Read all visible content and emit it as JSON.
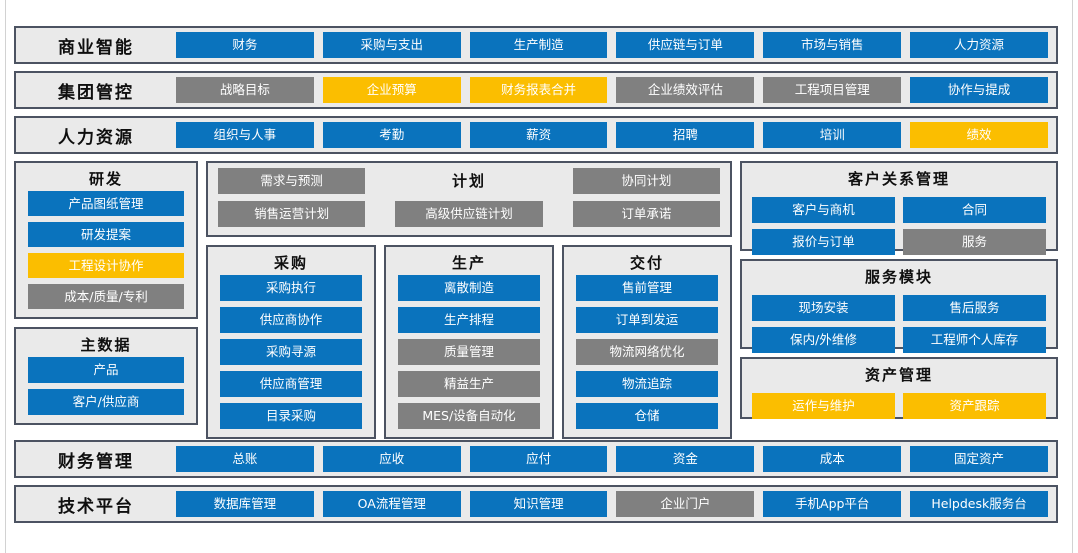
{
  "colors": {
    "blue": "#0a73bd",
    "orange": "#fbbe00",
    "gray": "#808080",
    "panel_bg": "#eaeaea",
    "panel_border": "#4c5362"
  },
  "bands": [
    {
      "label": "商业智能",
      "items": [
        {
          "label": "财务",
          "color": "blue"
        },
        {
          "label": "采购与支出",
          "color": "blue"
        },
        {
          "label": "生产制造",
          "color": "blue"
        },
        {
          "label": "供应链与订单",
          "color": "blue"
        },
        {
          "label": "市场与销售",
          "color": "blue"
        },
        {
          "label": "人力资源",
          "color": "blue"
        }
      ]
    },
    {
      "label": "集团管控",
      "items": [
        {
          "label": "战略目标",
          "color": "gray"
        },
        {
          "label": "企业预算",
          "color": "orange"
        },
        {
          "label": "财务报表合并",
          "color": "orange"
        },
        {
          "label": "企业绩效评估",
          "color": "gray"
        },
        {
          "label": "工程项目管理",
          "color": "gray"
        },
        {
          "label": "协作与提成",
          "color": "blue"
        }
      ]
    },
    {
      "label": "人力资源",
      "items": [
        {
          "label": "组织与人事",
          "color": "blue"
        },
        {
          "label": "考勤",
          "color": "blue"
        },
        {
          "label": "薪资",
          "color": "blue"
        },
        {
          "label": "招聘",
          "color": "blue"
        },
        {
          "label": "培训",
          "color": "blue"
        },
        {
          "label": "绩效",
          "color": "orange"
        }
      ]
    }
  ],
  "rnd": {
    "title": "研发",
    "items": [
      {
        "label": "产品图纸管理",
        "color": "blue"
      },
      {
        "label": "研发提案",
        "color": "blue"
      },
      {
        "label": "工程设计协作",
        "color": "orange"
      },
      {
        "label": "成本/质量/专利",
        "color": "gray"
      }
    ]
  },
  "master_data": {
    "title": "主数据",
    "items": [
      {
        "label": "产品",
        "color": "blue"
      },
      {
        "label": "客户/供应商",
        "color": "blue"
      }
    ]
  },
  "plan": {
    "title": "计划",
    "items": [
      {
        "label": "需求与预测",
        "color": "gray"
      },
      {
        "label": "协同计划",
        "color": "gray"
      },
      {
        "label": "销售运营计划",
        "color": "gray"
      },
      {
        "label": "高级供应链计划",
        "color": "gray"
      },
      {
        "label": "订单承诺",
        "color": "gray"
      }
    ]
  },
  "procurement": {
    "title": "采购",
    "items": [
      {
        "label": "采购执行",
        "color": "blue"
      },
      {
        "label": "供应商协作",
        "color": "blue"
      },
      {
        "label": "采购寻源",
        "color": "blue"
      },
      {
        "label": "供应商管理",
        "color": "blue"
      },
      {
        "label": "目录采购",
        "color": "blue"
      }
    ]
  },
  "production": {
    "title": "生产",
    "items": [
      {
        "label": "离散制造",
        "color": "blue"
      },
      {
        "label": "生产排程",
        "color": "blue"
      },
      {
        "label": "质量管理",
        "color": "gray"
      },
      {
        "label": "精益生产",
        "color": "gray"
      },
      {
        "label": "MES/设备自动化",
        "color": "gray"
      }
    ]
  },
  "delivery": {
    "title": "交付",
    "items": [
      {
        "label": "售前管理",
        "color": "blue"
      },
      {
        "label": "订单到发运",
        "color": "blue"
      },
      {
        "label": "物流网络优化",
        "color": "gray"
      },
      {
        "label": "物流追踪",
        "color": "blue"
      },
      {
        "label": "仓储",
        "color": "blue"
      }
    ]
  },
  "crm": {
    "title": "客户关系管理",
    "items": [
      {
        "label": "客户与商机",
        "color": "blue"
      },
      {
        "label": "合同",
        "color": "blue"
      },
      {
        "label": "报价与订单",
        "color": "blue"
      },
      {
        "label": "服务",
        "color": "gray"
      }
    ]
  },
  "service": {
    "title": "服务模块",
    "items": [
      {
        "label": "现场安装",
        "color": "blue"
      },
      {
        "label": "售后服务",
        "color": "blue"
      },
      {
        "label": "保内/外维修",
        "color": "blue"
      },
      {
        "label": "工程师个人库存",
        "color": "blue"
      }
    ]
  },
  "asset": {
    "title": "资产管理",
    "items": [
      {
        "label": "运作与维护",
        "color": "orange"
      },
      {
        "label": "资产跟踪",
        "color": "orange"
      }
    ]
  },
  "bottom_bands": [
    {
      "label": "财务管理",
      "items": [
        {
          "label": "总账",
          "color": "blue"
        },
        {
          "label": "应收",
          "color": "blue"
        },
        {
          "label": "应付",
          "color": "blue"
        },
        {
          "label": "资金",
          "color": "blue"
        },
        {
          "label": "成本",
          "color": "blue"
        },
        {
          "label": "固定资产",
          "color": "blue"
        }
      ]
    },
    {
      "label": "技术平台",
      "items": [
        {
          "label": "数据库管理",
          "color": "blue"
        },
        {
          "label": "OA流程管理",
          "color": "blue"
        },
        {
          "label": "知识管理",
          "color": "blue"
        },
        {
          "label": "企业门户",
          "color": "gray"
        },
        {
          "label": "手机App平台",
          "color": "blue"
        },
        {
          "label": "Helpdesk服务台",
          "color": "blue"
        }
      ]
    }
  ]
}
